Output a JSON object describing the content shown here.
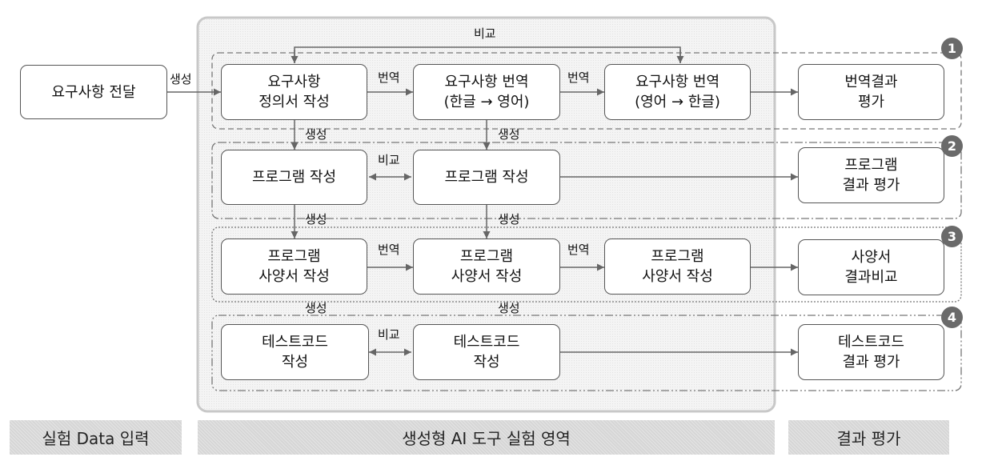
{
  "left_box": {
    "label": "요구사항 전달"
  },
  "edge_labels": {
    "generate": "생성",
    "translate": "번역",
    "compare": "비교"
  },
  "row1": {
    "box_a": [
      "요구사항",
      "정의서 작성"
    ],
    "box_b": [
      "요구사항 번역",
      "(한글 → 영어)"
    ],
    "box_c": [
      "요구사항 번역",
      "(영어 → 한글)"
    ],
    "result": [
      "번역결과",
      "평가"
    ],
    "badge": "1"
  },
  "row2": {
    "box_a": [
      "프로그램 작성"
    ],
    "box_b": [
      "프로그램 작성"
    ],
    "result": [
      "프로그램",
      "결과 평가"
    ],
    "badge": "2"
  },
  "row3": {
    "box_a": [
      "프로그램",
      "사양서 작성"
    ],
    "box_b": [
      "프로그램",
      "사양서 작성"
    ],
    "box_c": [
      "프로그램",
      "사양서 작성"
    ],
    "result": [
      "사양서",
      "결과비교"
    ],
    "badge": "3"
  },
  "row4": {
    "box_a": [
      "테스트코드",
      "작성"
    ],
    "box_b": [
      "테스트코드",
      "작성"
    ],
    "result": [
      "테스트코드",
      "결과 평가"
    ],
    "badge": "4"
  },
  "footer": {
    "input": "실험 Data 입력",
    "tool": "생성형 AI 도구 실험 영역",
    "eval": "결과 평가"
  }
}
